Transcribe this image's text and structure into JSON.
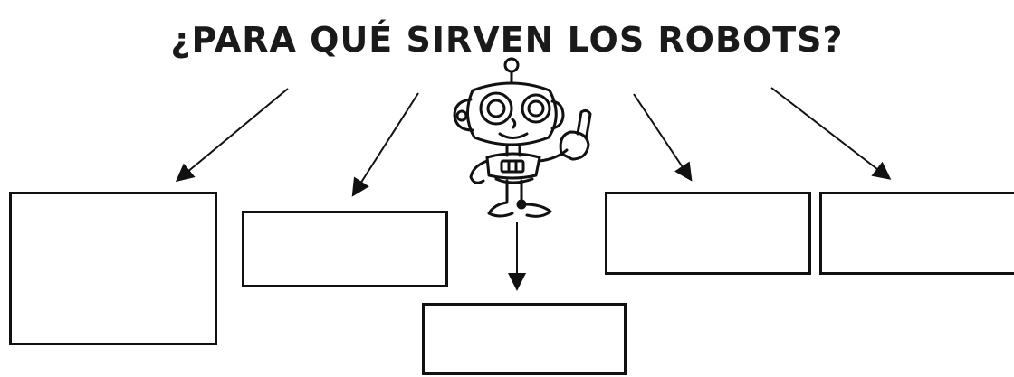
{
  "title": "¿PARA QUÉ SIRVEN LOS ROBOTS?",
  "boxes": [
    {
      "id": "answer-box-1",
      "text": ""
    },
    {
      "id": "answer-box-2",
      "text": ""
    },
    {
      "id": "answer-box-3",
      "text": ""
    },
    {
      "id": "answer-box-4",
      "text": ""
    },
    {
      "id": "answer-box-5",
      "text": ""
    }
  ],
  "illustration": {
    "name": "robot-icon"
  },
  "colors": {
    "ink": "#111111",
    "background": "#ffffff"
  }
}
